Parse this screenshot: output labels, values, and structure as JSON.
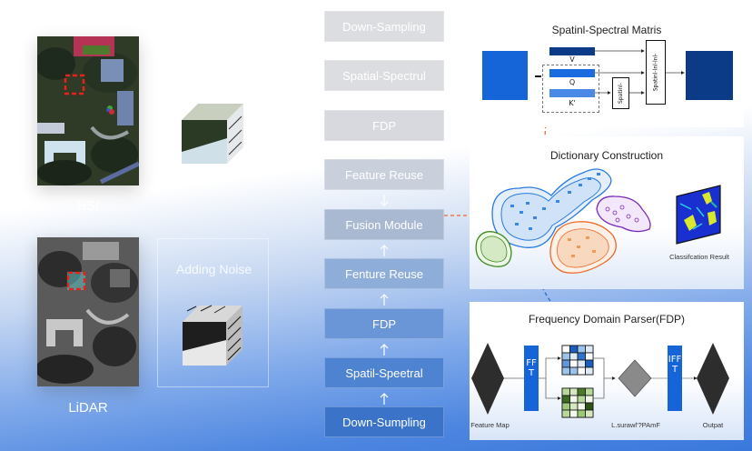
{
  "left": {
    "hsi_label": "HSI",
    "lidar_label": "LiDAR",
    "noise_label": "Adding Noise"
  },
  "pipeline": {
    "top_steps": [
      {
        "label": "Down-Sampling"
      },
      {
        "label": "Spatial-Spectrul"
      },
      {
        "label": "FDP"
      },
      {
        "label": "Feature Reuse"
      }
    ],
    "fusion": {
      "label": "Fusion Module"
    },
    "bottom_steps": [
      {
        "label": "Fenture Reuse"
      },
      {
        "label": "FDP"
      },
      {
        "label": "Spatil-Speetral"
      },
      {
        "label": "Down-Sumpling"
      }
    ]
  },
  "matrix_panel": {
    "title": "Spatinl-Spectral Matris",
    "v_label": "V",
    "q_label": "Q",
    "k_label": "K'",
    "small_box_label": "Spatinl-",
    "tall_box_label": "Spatinl-lnl-lnl-"
  },
  "dictionary_panel": {
    "title": "Dictionary Construction",
    "result_label": "Classifcation Result"
  },
  "fdp_panel": {
    "title": "Frequency Domain Parser(FDP)",
    "fft_label": "FFT",
    "ifft_label": "IFFT",
    "feature_map_label": "Feature Map",
    "middle_label": "L.surawl'?PAmF",
    "output_label": "Outpat"
  },
  "colors": {
    "accent_blue": "#1565d8",
    "dark_blue": "#0b3a86",
    "orange": "#ee6a2a",
    "green": "#3c8a1e",
    "purple": "#7b2bb8"
  }
}
